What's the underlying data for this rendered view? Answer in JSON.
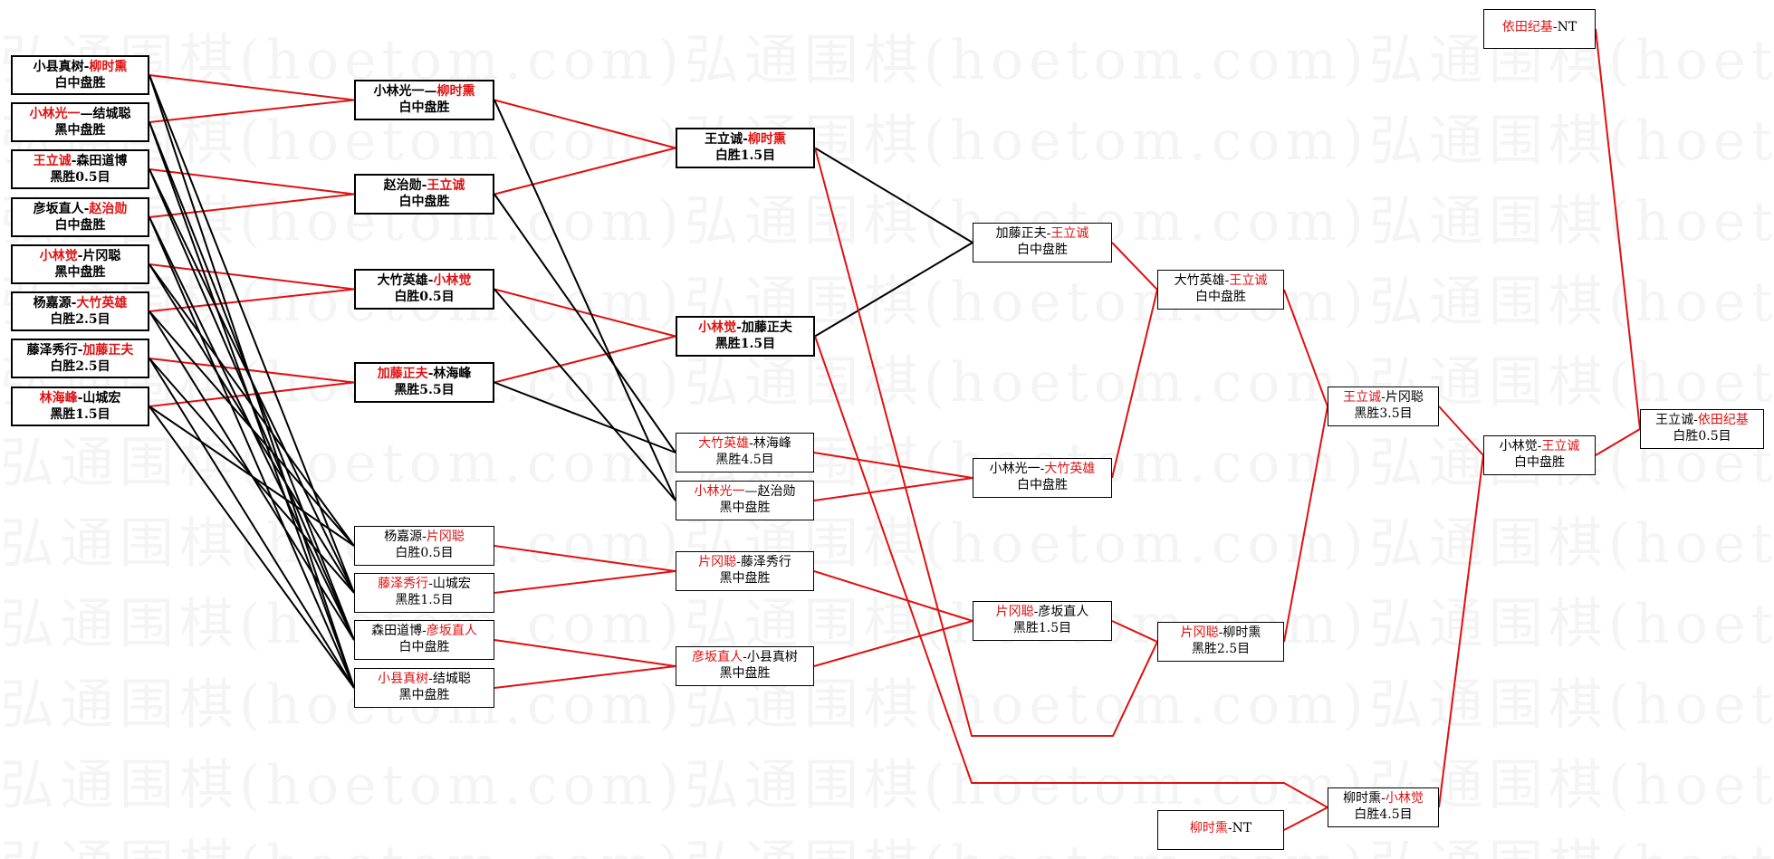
{
  "watermark": "弘通围棋(hoetom.com)",
  "colors": {
    "winner_text": "#e01010",
    "edge_red": "#e01010",
    "edge_black": "#000000",
    "text": "#000000"
  },
  "matches": [
    {
      "id": "r1_1",
      "a": "小县真树",
      "sep": "-",
      "b": "柳时熏",
      "win": "b",
      "result": "白中盘胜"
    },
    {
      "id": "r1_2",
      "a": "小林光一",
      "sep": "—",
      "b": "结城聪",
      "win": "a",
      "result": "黑中盘胜"
    },
    {
      "id": "r1_3",
      "a": "王立诚",
      "sep": "-",
      "b": "森田道博",
      "win": "a",
      "result": "黑胜0.5目"
    },
    {
      "id": "r1_4",
      "a": "彦坂直人",
      "sep": "-",
      "b": "赵治勋",
      "win": "b",
      "result": "白中盘胜"
    },
    {
      "id": "r1_5",
      "a": "小林觉",
      "sep": "-",
      "b": "片冈聪",
      "win": "a",
      "result": "黑中盘胜"
    },
    {
      "id": "r1_6",
      "a": "杨嘉源",
      "sep": "-",
      "b": "大竹英雄",
      "win": "b",
      "result": "白胜2.5目"
    },
    {
      "id": "r1_7",
      "a": "藤泽秀行",
      "sep": "-",
      "b": "加藤正夫",
      "win": "b",
      "result": "白胜2.5目"
    },
    {
      "id": "r1_8",
      "a": "林海峰",
      "sep": "-",
      "b": "山城宏",
      "win": "a",
      "result": "黑胜1.5目"
    },
    {
      "id": "r2_1",
      "a": "小林光一",
      "sep": "—",
      "b": "柳时熏",
      "win": "b",
      "result": "白中盘胜"
    },
    {
      "id": "r2_2",
      "a": "赵治勋",
      "sep": "-",
      "b": "王立诚",
      "win": "b",
      "result": "白中盘胜"
    },
    {
      "id": "r2_3",
      "a": "大竹英雄",
      "sep": "-",
      "b": "小林觉",
      "win": "b",
      "result": "白胜0.5目"
    },
    {
      "id": "r2_4",
      "a": "加藤正夫",
      "sep": "-",
      "b": "林海峰",
      "win": "a",
      "result": "黑胜5.5目"
    },
    {
      "id": "r2_5",
      "a": "杨嘉源",
      "sep": "-",
      "b": "片冈聪",
      "win": "b",
      "result": "白胜0.5目"
    },
    {
      "id": "r2_6",
      "a": "藤泽秀行",
      "sep": "-",
      "b": "山城宏",
      "win": "a",
      "result": "黑胜1.5目"
    },
    {
      "id": "r2_7",
      "a": "森田道博",
      "sep": "-",
      "b": "彦坂直人",
      "win": "b",
      "result": "白中盘胜"
    },
    {
      "id": "r2_8",
      "a": "小县真树",
      "sep": "-",
      "b": "结城聪",
      "win": "a",
      "result": "黑中盘胜"
    },
    {
      "id": "r3_1",
      "a": "王立诚",
      "sep": "-",
      "b": "柳时熏",
      "win": "b",
      "result": "白胜1.5目"
    },
    {
      "id": "r3_2",
      "a": "小林觉",
      "sep": "-",
      "b": "加藤正夫",
      "win": "a",
      "result": "黑胜1.5目"
    },
    {
      "id": "r3_3",
      "a": "大竹英雄",
      "sep": "-",
      "b": "林海峰",
      "win": "a",
      "result": "黑胜4.5目"
    },
    {
      "id": "r3_4",
      "a": "小林光一",
      "sep": "—",
      "b": "赵治勋",
      "win": "a",
      "result": "黑中盘胜"
    },
    {
      "id": "r3_5",
      "a": "片冈聪",
      "sep": "-",
      "b": "藤泽秀行",
      "win": "a",
      "result": "黑中盘胜"
    },
    {
      "id": "r3_6",
      "a": "彦坂直人",
      "sep": "-",
      "b": "小县真树",
      "win": "a",
      "result": "黑中盘胜"
    },
    {
      "id": "r4_1",
      "a": "加藤正夫",
      "sep": "-",
      "b": "王立诚",
      "win": "b",
      "result": "白中盘胜"
    },
    {
      "id": "r4_2",
      "a": "小林光一",
      "sep": "-",
      "b": "大竹英雄",
      "win": "b",
      "result": "白中盘胜"
    },
    {
      "id": "r4_3",
      "a": "片冈聪",
      "sep": "-",
      "b": "彦坂直人",
      "win": "a",
      "result": "黑胜1.5目"
    },
    {
      "id": "r5_1",
      "a": "大竹英雄",
      "sep": "-",
      "b": "王立诚",
      "win": "b",
      "result": "白中盘胜"
    },
    {
      "id": "r5_2",
      "a": "片冈聪",
      "sep": "-",
      "b": "柳时熏",
      "win": "a",
      "result": "黑胜2.5目"
    },
    {
      "id": "r5_3",
      "a": "柳时熏",
      "sep": "-",
      "b": "NT",
      "win": "a",
      "result": ""
    },
    {
      "id": "r6_1",
      "a": "王立诚",
      "sep": "-",
      "b": "片冈聪",
      "win": "a",
      "result": "黑胜3.5目"
    },
    {
      "id": "r6_2",
      "a": "柳时熏",
      "sep": "-",
      "b": "小林觉",
      "win": "b",
      "result": "白胜4.5目"
    },
    {
      "id": "r7_1",
      "a": "小林觉",
      "sep": "-",
      "b": "王立诚",
      "win": "b",
      "result": "白中盘胜"
    },
    {
      "id": "r7_2",
      "a": "依田纪基",
      "sep": "-",
      "b": "NT",
      "win": "a",
      "result": ""
    },
    {
      "id": "r8_1",
      "a": "王立诚",
      "sep": "-",
      "b": "依田纪基",
      "win": "b",
      "result": "白胜0.5目"
    }
  ]
}
